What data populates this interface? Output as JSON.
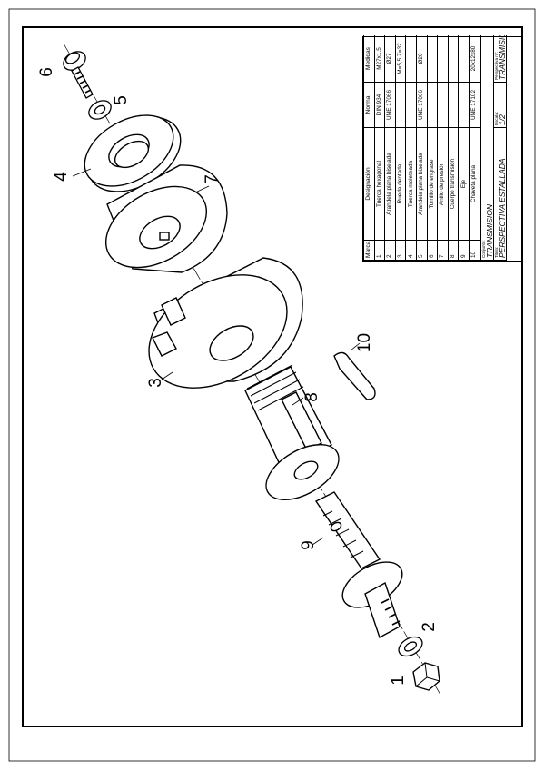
{
  "callouts": [
    "1",
    "2",
    "3",
    "4",
    "5",
    "6",
    "7",
    "8",
    "9",
    "10"
  ],
  "title_block": {
    "headers": {
      "mark": "Marca",
      "designation": "Designación",
      "norm": "Norma",
      "measures": "Medidas"
    },
    "parts": [
      {
        "mark": "1",
        "designation": "Tuerca hexagonal",
        "norm": "DIN 934",
        "measures": "M27x1,5"
      },
      {
        "mark": "2",
        "designation": "Arandela plana biselada",
        "norm": "UNE 17066",
        "measures": "Ø27"
      },
      {
        "mark": "3",
        "designation": "Rueda dentada",
        "norm": "",
        "measures": "M=5,5  Z=32"
      },
      {
        "mark": "4",
        "designation": "Tuerca moleteada",
        "norm": "",
        "measures": ""
      },
      {
        "mark": "5",
        "designation": "Arandela plana biselada",
        "norm": "UNE 17066",
        "measures": "Ø20"
      },
      {
        "mark": "6",
        "designation": "Tornillo de engrase",
        "norm": "",
        "measures": ""
      },
      {
        "mark": "7",
        "designation": "Anillo de presión",
        "norm": "",
        "measures": ""
      },
      {
        "mark": "8",
        "designation": "Cuerpo transmisión",
        "norm": "",
        "measures": ""
      },
      {
        "mark": "9",
        "designation": "Eje",
        "norm": "",
        "measures": ""
      },
      {
        "mark": "10",
        "designation": "Chaveta plana",
        "norm": "UNE 17102",
        "measures": "20x12x80"
      }
    ],
    "assembly_caption": "Conjunto:",
    "assembly": "TRANSMISION",
    "title_caption": "Titulo:",
    "title": "PERSPECTIVA ESTALLADA",
    "scale_caption": "Escala:",
    "scale": "1/2",
    "drawing_caption": "Perspectiva nº:",
    "drawing_no": "TRANSMISION S"
  }
}
